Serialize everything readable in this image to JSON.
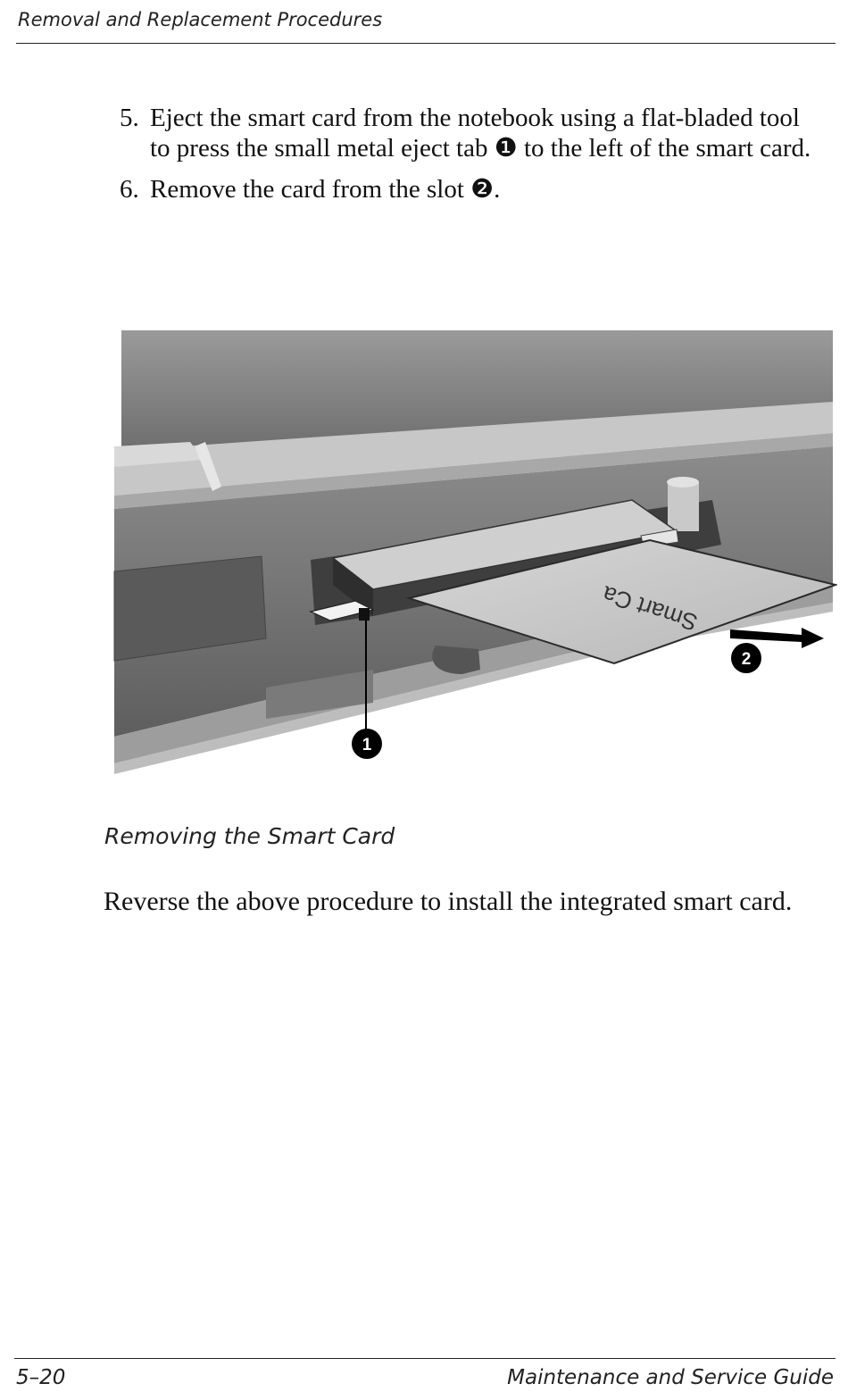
{
  "header": {
    "title": "Removal and Replacement Procedures"
  },
  "steps": [
    {
      "number": "5.",
      "text": "Eject the smart card from the notebook using a flat-bladed tool to press the small metal eject tab ❶ to the left of the smart card."
    },
    {
      "number": "6.",
      "text": "Remove the card from the slot ❷."
    }
  ],
  "figure": {
    "card_text": "Smart Ca",
    "callout_1": "1",
    "callout_2": "2"
  },
  "caption": "Removing the Smart Card",
  "body_text": "Reverse the above procedure to install the integrated smart card.",
  "footer": {
    "page_number": "5–20",
    "guide_title": "Maintenance and Service Guide"
  }
}
